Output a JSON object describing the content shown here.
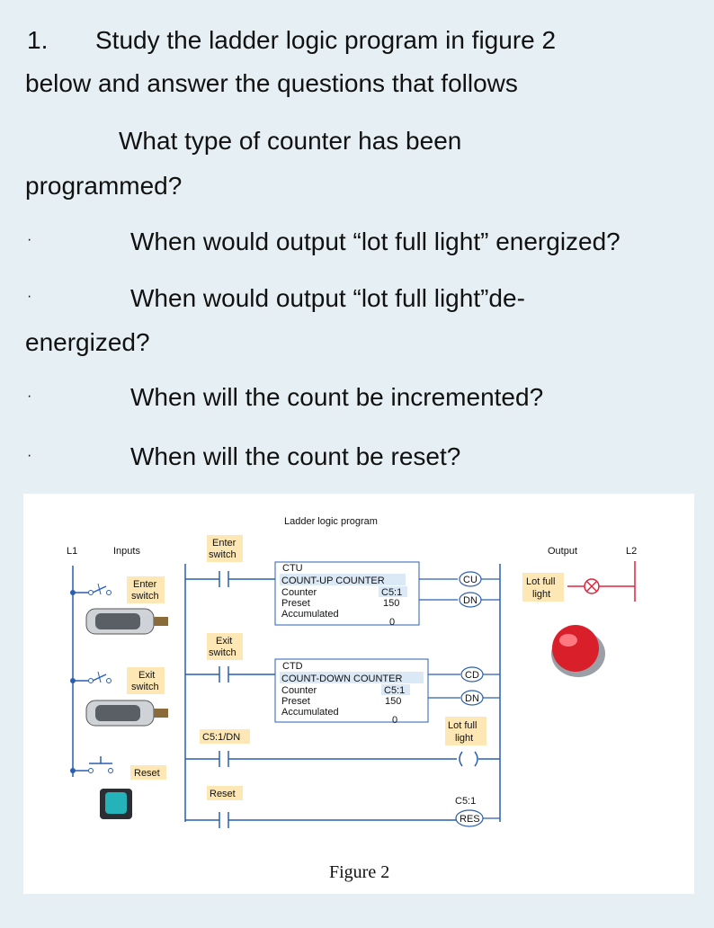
{
  "question": {
    "number": "1.",
    "stem_line1": "Study the ladder logic program in figure 2",
    "stem_line2": "below and answer the questions that follows",
    "q_a_line1": "What type of counter has been",
    "q_a_line2": "programmed?",
    "bullet": "·",
    "q_b": "When would output “lot full light” energized?",
    "q_c_line1": "When would output “lot full light”de-",
    "q_c_line2": "energized?",
    "q_d": "When will the count be incremented?",
    "q_e": "When will the count be reset?"
  },
  "figure": {
    "title": "Ladder logic program",
    "caption": "Figure 2",
    "rail_left": "L1",
    "rail_right": "L2",
    "inputs_header": "Inputs",
    "output_header": "Output",
    "inputs": {
      "enter_line1": "Enter",
      "enter_line2": "switch",
      "exit_line1": "Exit",
      "exit_line2": "switch",
      "reset": "Reset"
    },
    "contacts": {
      "enter_line1": "Enter",
      "enter_line2": "switch",
      "exit_line1": "Exit",
      "exit_line2": "switch",
      "done": "C5:1/DN",
      "reset": "Reset"
    },
    "ctu": {
      "tag": "CTU",
      "name": "COUNT-UP COUNTER",
      "counter_label": "Counter",
      "counter_value": "C5:1",
      "preset_label": "Preset",
      "preset_value": "150",
      "acc_label": "Accumulated",
      "acc_value": "0",
      "out1": "CU",
      "out2": "DN"
    },
    "ctd": {
      "tag": "CTD",
      "name": "COUNT-DOWN COUNTER",
      "counter_label": "Counter",
      "counter_value": "C5:1",
      "preset_label": "Preset",
      "preset_value": "150",
      "acc_label": "Accumulated",
      "acc_value": "0",
      "out1": "CD",
      "out2": "DN"
    },
    "coil": {
      "line1": "Lot full",
      "line2": "light"
    },
    "reset_coil": {
      "tag": "C5:1",
      "label": "RES"
    },
    "output_lamp": {
      "line1": "Lot full",
      "line2": "light"
    }
  }
}
